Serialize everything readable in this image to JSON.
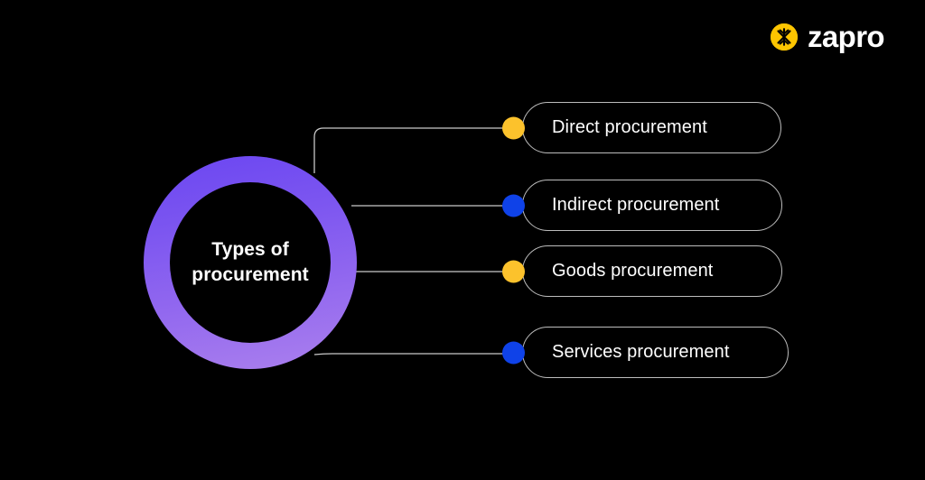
{
  "background_color": "#000000",
  "brand": {
    "name": "zapro",
    "mark_icon": "zapro-logo-icon",
    "mark_color": "#fdc500",
    "text_color": "#ffffff"
  },
  "hub": {
    "label": "Types of\nprocurement",
    "gradient_from": "#6b46f2",
    "gradient_to": "#ab80ee",
    "text_color": "#ffffff"
  },
  "connector": {
    "color": "#c9c9c9"
  },
  "nodes": [
    {
      "label": "Direct procurement",
      "dot_color": "#fcc22c",
      "dot_icon": "bullet-dot-icon"
    },
    {
      "label": "Indirect procurement",
      "dot_color": "#0f42e8",
      "dot_icon": "bullet-dot-icon"
    },
    {
      "label": "Goods procurement",
      "dot_color": "#fcc22c",
      "dot_icon": "bullet-dot-icon"
    },
    {
      "label": "Services procurement",
      "dot_color": "#0f42e8",
      "dot_icon": "bullet-dot-icon"
    }
  ]
}
